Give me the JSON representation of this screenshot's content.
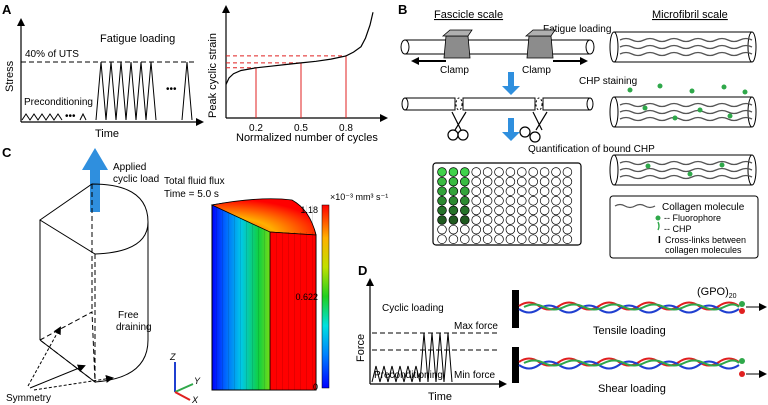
{
  "panels": {
    "a": {
      "label": "A",
      "stress_ylabel": "Stress",
      "stress_xlabel": "Time",
      "uts_label": "40% of UTS",
      "fatigue_label": "Fatigue loading",
      "precond_label": "Preconditioning",
      "strain_ylabel": "Peak cyclic strain",
      "strain_xlabel": "Normalized number of cycles"
    },
    "b": {
      "label": "B",
      "fascicle_title": "Fascicle scale",
      "microfibril_title": "Microfibril scale",
      "fatigue_label": "Fatigue loading",
      "clamp_left": "Clamp",
      "clamp_right": "Clamp",
      "chp_staining": "CHP staining",
      "quant_label": "Quantification of bound CHP",
      "legend": {
        "collagen": "Collagen molecule",
        "fluorophore": "-- Fluorophore",
        "chp": "-- CHP",
        "crosslinks_1": "Cross-links between",
        "crosslinks_2": "collagen molecules"
      }
    },
    "c": {
      "label": "C",
      "applied_1": "Applied",
      "applied_2": "cyclic load",
      "free_1": "Free",
      "free_2": "draining",
      "symmetry": "Symmetry",
      "flux_title": "Total fluid flux",
      "time_label": "Time = 5.0 s",
      "colorbar_unit": "×10⁻³ mm³ s⁻¹",
      "colorbar_max": "1.18",
      "colorbar_mid": "0.622",
      "colorbar_min": "0",
      "axis_z": "Z",
      "axis_y": "Y",
      "axis_x": "X"
    },
    "d": {
      "label": "D",
      "ylabel": "Force",
      "xlabel": "Time",
      "cyclic": "Cyclic loading",
      "max_force": "Max force",
      "min_force": "Min force",
      "precond": "Preconditioning",
      "gpo_base": "(GPO)",
      "gpo_sub": "20",
      "tensile": "Tensile loading",
      "shear": "Shear loading"
    }
  },
  "chart_data": {
    "type": "line",
    "title": "",
    "xlabel": "Normalized number of cycles",
    "ylabel": "Peak cyclic strain",
    "categories": [
      "0.2",
      "0.5",
      "0.8"
    ],
    "x": [
      0.2,
      0.5,
      0.8
    ],
    "xlim": [
      0.0,
      1.0
    ],
    "ylim": [
      0.0,
      1.0
    ],
    "series": [
      {
        "name": "Peak cyclic strain",
        "x": [
          0.0,
          0.02,
          0.05,
          0.1,
          0.2,
          0.3,
          0.4,
          0.5,
          0.6,
          0.7,
          0.8,
          0.85,
          0.9,
          0.93,
          0.96,
          0.98
        ],
        "values": [
          0.31,
          0.37,
          0.41,
          0.44,
          0.465,
          0.48,
          0.495,
          0.51,
          0.525,
          0.545,
          0.575,
          0.61,
          0.66,
          0.74,
          0.86,
          0.98
        ]
      }
    ],
    "markers": [
      0.2,
      0.5,
      0.8
    ],
    "grid": false
  },
  "colors": {
    "black": "#000000",
    "red_line": "#e02020",
    "blue_arrow": "#2f8fde",
    "well_green": "#3fd34a",
    "well_dark": "#1f5a1f",
    "fluor_green": "#2fa84a",
    "cmap": [
      "#0000ff",
      "#0080ff",
      "#00e0e0",
      "#20d020",
      "#c0e000",
      "#ffb000",
      "#ff0000"
    ]
  }
}
